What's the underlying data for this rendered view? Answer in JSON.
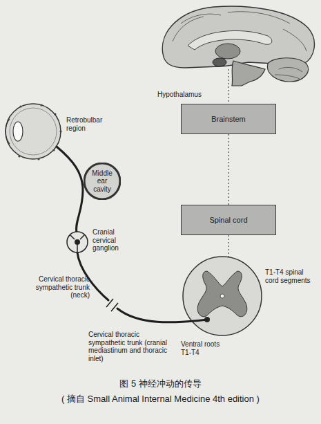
{
  "diagram": {
    "caption": "图 5 神经冲动的传导",
    "nodes": [
      {
        "text": [
          "Brainstem"
        ]
      },
      {
        "text": [
          "Spinal cord"
        ]
      },
      {
        "text": [
          "Middle ear cavity"
        ]
      }
    ],
    "edges": [
      {
        "from": 0,
        "to": 1,
        "arrow": "none"
      }
    ],
    "labels": [
      "Hypothalamus",
      "Retrobulbar region",
      "Cranial cervical ganglion",
      "Cervical thoracic sympathetic trunk (neck)",
      "Cervical thoracic sympathetic trunk (cranial mediastinum and thoracic inlet)",
      "Ventral roots T1-T4",
      "T1-T4 spinal cord segments",
      "( 摘自 Small Animal Internal Medicine 4th edition )"
    ]
  }
}
